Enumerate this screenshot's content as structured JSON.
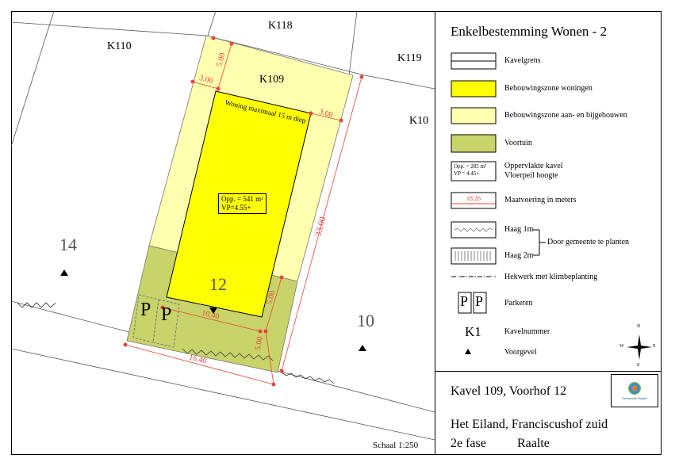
{
  "map": {
    "parcel_labels": {
      "k118": "K118",
      "k110": "K110",
      "k119": "K119",
      "k109": "K109",
      "k10": "K10"
    },
    "house_numbers": {
      "n14": "14",
      "n12": "12",
      "n10": "10"
    },
    "building_note": "Woning maximaal 15 m diep",
    "opp_box": {
      "area": "Opp. = 541 m²",
      "vp": "VP=4.55+"
    },
    "dimensions": {
      "d300_left": "3.00",
      "d500_top": "5.00",
      "d300_right": "3.00",
      "d3300": "33.00",
      "d500_mid": "5.00",
      "d1040": "10.40",
      "d500_bot": "5.00",
      "d1640": "16.40"
    },
    "parking_label": "P",
    "scale": "Schaal 1:250"
  },
  "legend": {
    "title": "Enkelbestemming Wonen - 2",
    "items": [
      {
        "label": "Kavelgrens"
      },
      {
        "label": "Bebouwingszone woningen",
        "color": "#ffff00"
      },
      {
        "label": "Bebouwingszone aan- en bijgebouwen",
        "color": "#ffffb0"
      },
      {
        "label": "Voortuin",
        "color": "#c8d46a"
      },
      {
        "label_line1": "Oppervlakte kavel",
        "label_line2": "Vloerpeil hoogte",
        "box_line1": "Opp. = 285 m²",
        "box_line2": "VP = 4.45+"
      },
      {
        "label": "Maatvoering in meters",
        "value": "18.26"
      },
      {
        "label": "Haag 1m"
      },
      {
        "label": "Haag 2m"
      },
      {
        "group_label": "Door gemeente te planten"
      },
      {
        "label": "Hekwerk met klimbeplanting"
      },
      {
        "label": "Parkeren",
        "symbol": "P"
      },
      {
        "label": "Kavelnummer",
        "symbol": "K1"
      },
      {
        "label": "Voorgevel"
      }
    ]
  },
  "title_block": {
    "kavel": "Kavel 109,  Voorhof 12",
    "location_line1": "Het Eiland, Franciscushof zuid",
    "phase": "2e fase",
    "town": "Raalte",
    "logo_text": "Gemeente Raalte"
  },
  "compass": {
    "n": "N",
    "e": "E",
    "s": "S",
    "w": "W"
  },
  "colors": {
    "building_zone": "#ffff00",
    "annex_zone": "#ffffb0",
    "front_garden": "#c8d46a",
    "dimension_red": "#e8443a"
  }
}
